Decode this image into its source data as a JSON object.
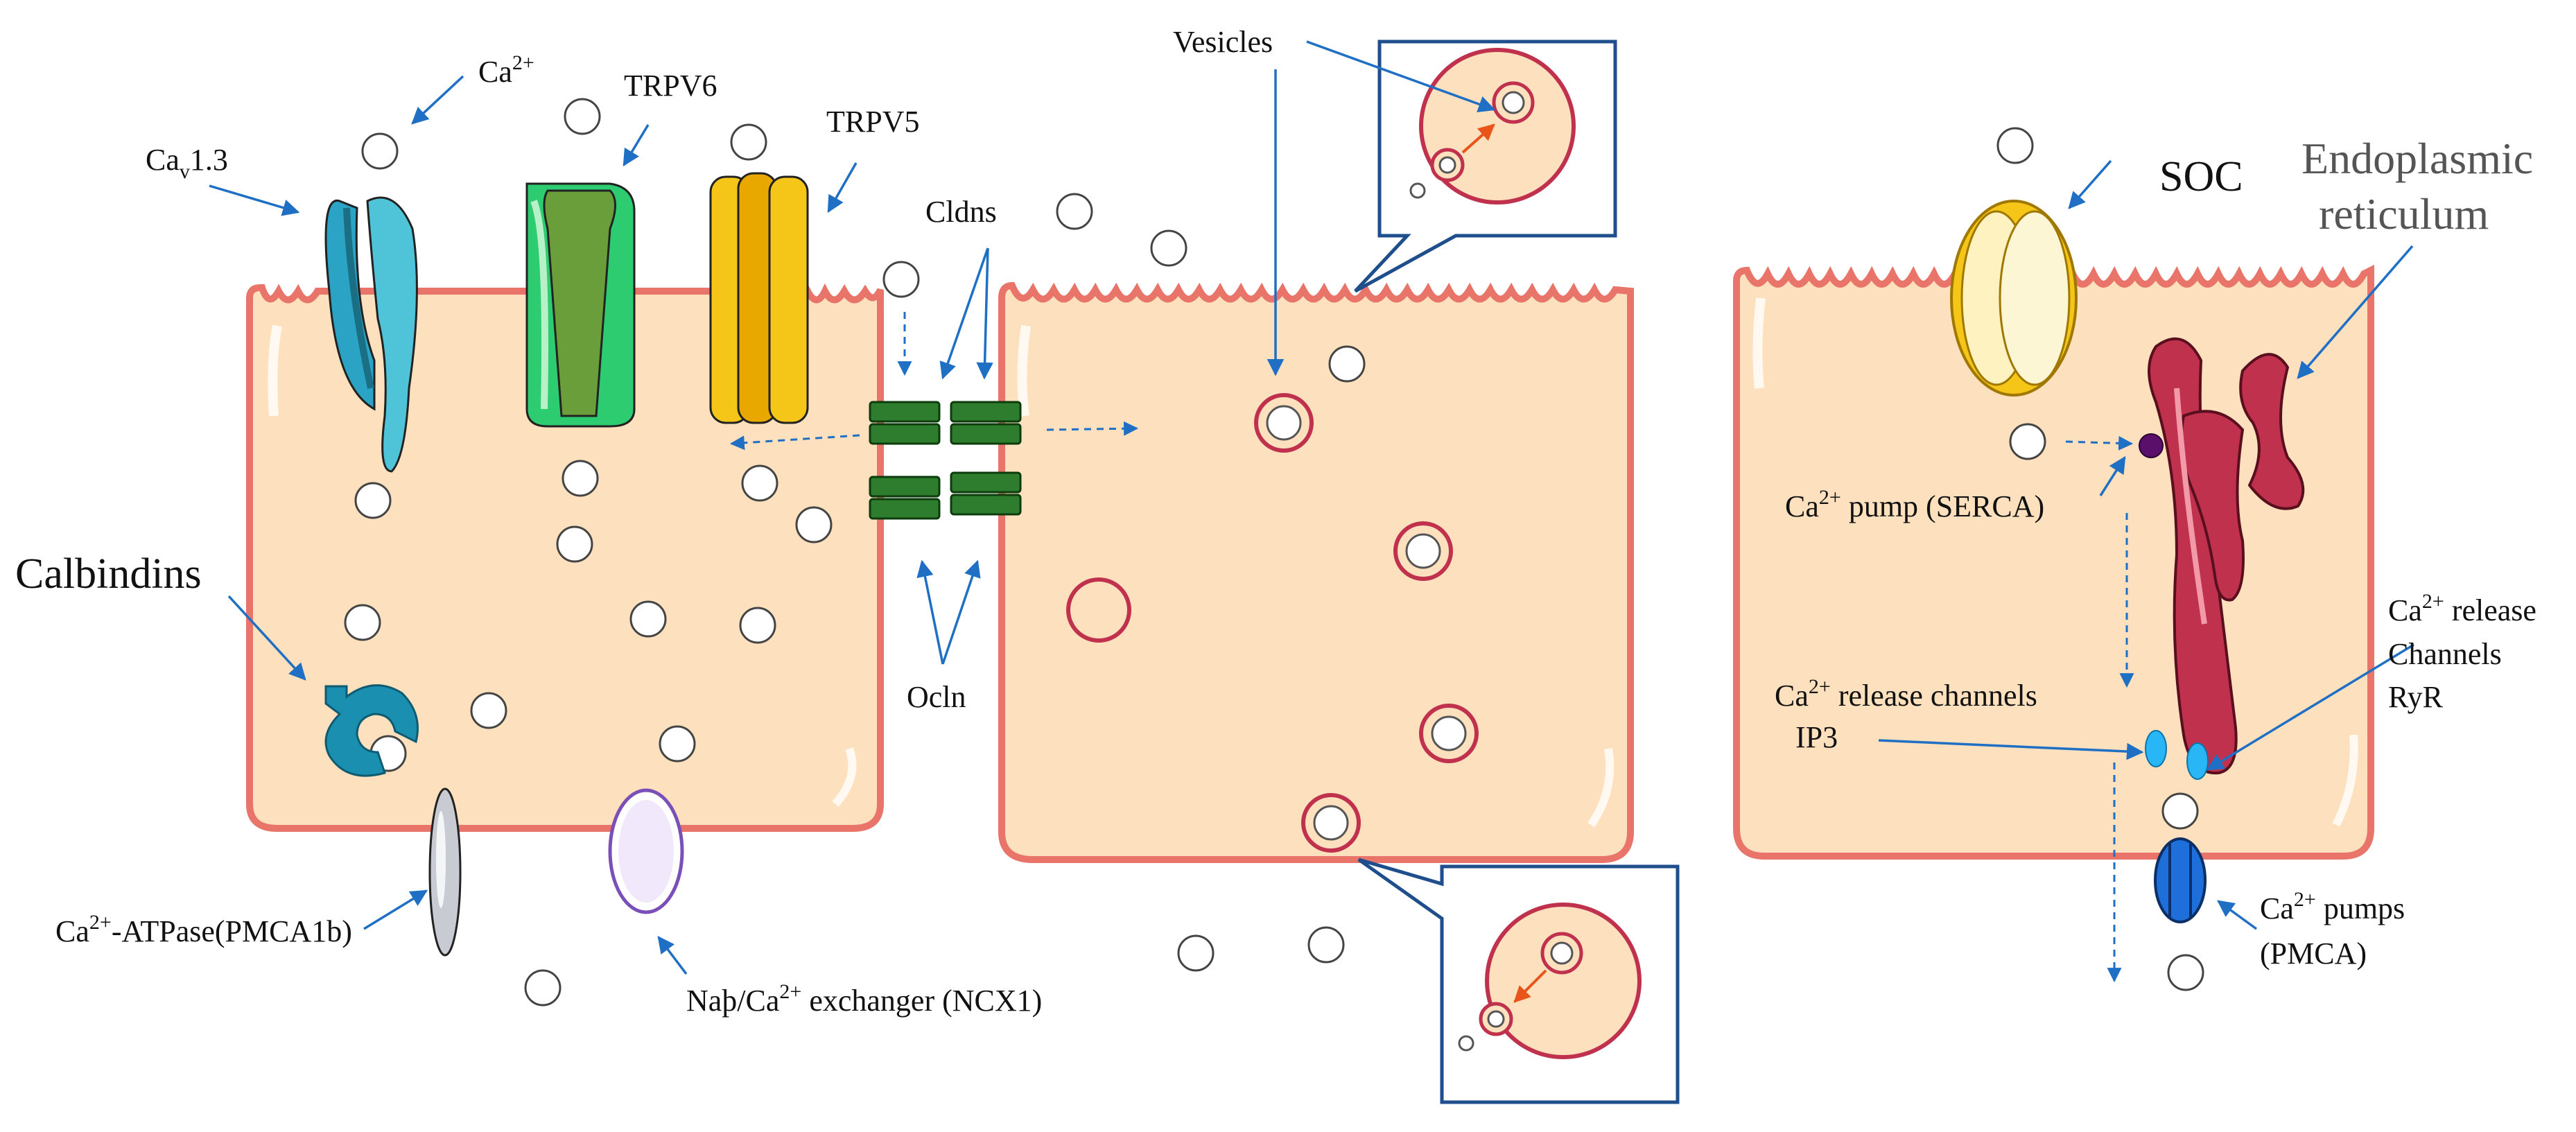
{
  "colors": {
    "cell_fill": "#fde0bd",
    "cell_border": "#e8746a",
    "arrow": "#1f6fc5",
    "box": "#1f4e8c",
    "er": "#c0314d",
    "cldn": "#2e7d2e",
    "trpv6": "#2ecc71",
    "trpv5": "#f5c518",
    "cav": "#4fc3d8",
    "calbindin": "#1a8fb0",
    "pmca": "#1e6fd9",
    "ip3": "#29b6f6"
  },
  "labels": {
    "ca_base": "Ca",
    "ca_sup": "2+",
    "cav_main": "Ca",
    "cav_sub": "v",
    "cav_suffix": "1.3",
    "trpv6": "TRPV6",
    "trpv5": "TRPV5",
    "cldns": "Cldns",
    "vesicles": "Vesicles",
    "calbindins": "Calbindins",
    "ocln": "Ocln",
    "pmca1b": "-ATPase(PMCA1b)",
    "ncx_pre": "Naþ/Ca",
    "ncx_post": " exchanger (NCX1)",
    "soc": "SOC",
    "er_line1": "Endoplasmic",
    "er_line2": "reticulum",
    "serca": " pump (SERCA)",
    "ryr_l1_post": " release",
    "ryr_l2": "Channels",
    "ryr_l3": "RyR",
    "ip3_l1_post": " release channels",
    "ip3_l2": "IP3",
    "pmca_l1_post": " pumps",
    "pmca_l2": "(PMCA)"
  },
  "icons": [
    "calcium-ion-icon",
    "vesicle-icon",
    "channel-icon",
    "arrow-icon"
  ]
}
